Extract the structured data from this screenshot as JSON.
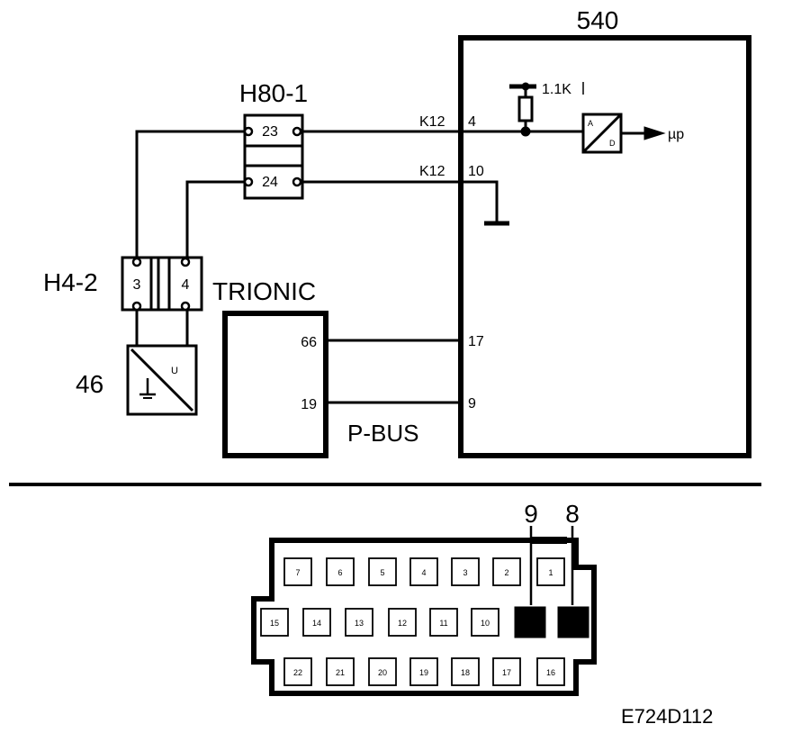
{
  "module": {
    "label": "540"
  },
  "connector_h80": {
    "label": "H80-1",
    "pins": [
      "23",
      "24"
    ]
  },
  "connector_h4": {
    "label": "H4-2",
    "pins": [
      "3",
      "4"
    ]
  },
  "sensor": {
    "label": "46",
    "symbol_text": "U"
  },
  "trionic": {
    "label": "TRIONIC",
    "pins": [
      "66",
      "19"
    ]
  },
  "wires": {
    "k12_a": {
      "label": "K12",
      "pin": "4"
    },
    "k12_b": {
      "label": "K12",
      "pin": "10"
    },
    "bus_a_pin": "17",
    "bus_b_pin": "9",
    "bus_label": "P-BUS"
  },
  "resistor": {
    "label": "1.1K"
  },
  "adc": {
    "in_label": "A",
    "out_label": "D",
    "output": "µp"
  },
  "data_link": {
    "callouts": [
      "9",
      "8"
    ],
    "row_top": [
      "7",
      "6",
      "5",
      "4",
      "3",
      "2",
      "1"
    ],
    "row_middle": [
      "15",
      "14",
      "13",
      "12",
      "11",
      "10"
    ],
    "row_bottom": [
      "22",
      "21",
      "20",
      "19",
      "18",
      "17",
      "16"
    ]
  },
  "figure_code": "E724D112"
}
